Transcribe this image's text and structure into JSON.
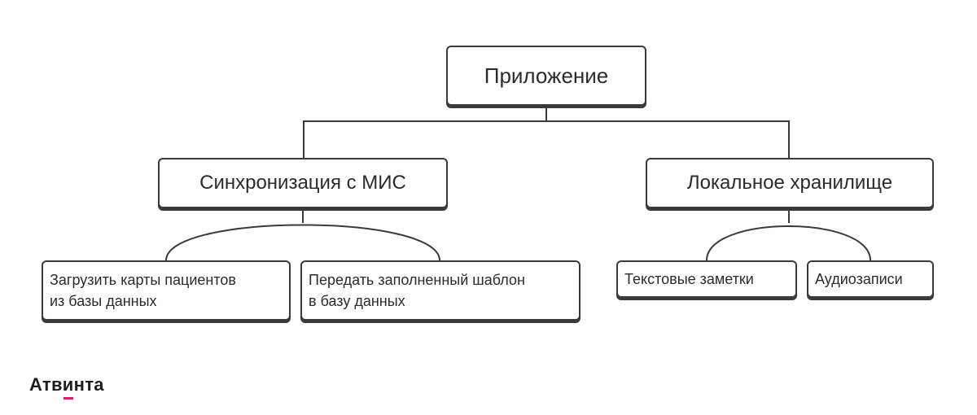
{
  "diagram": {
    "root": "Приложение",
    "branches": [
      {
        "label": "Синхронизация с МИС",
        "children": [
          [
            "Загрузить карты пациентов",
            "из базы данных"
          ],
          [
            "Передать заполненный шаблон",
            "в базу данных"
          ]
        ]
      },
      {
        "label": "Локальное хранилище",
        "children": [
          [
            "Текстовые заметки"
          ],
          [
            "Аудиозаписи"
          ]
        ]
      }
    ]
  },
  "logo": {
    "text_start": "Атв",
    "text_accent": "и",
    "text_end": "нта",
    "accent_color": "#e8177a"
  }
}
